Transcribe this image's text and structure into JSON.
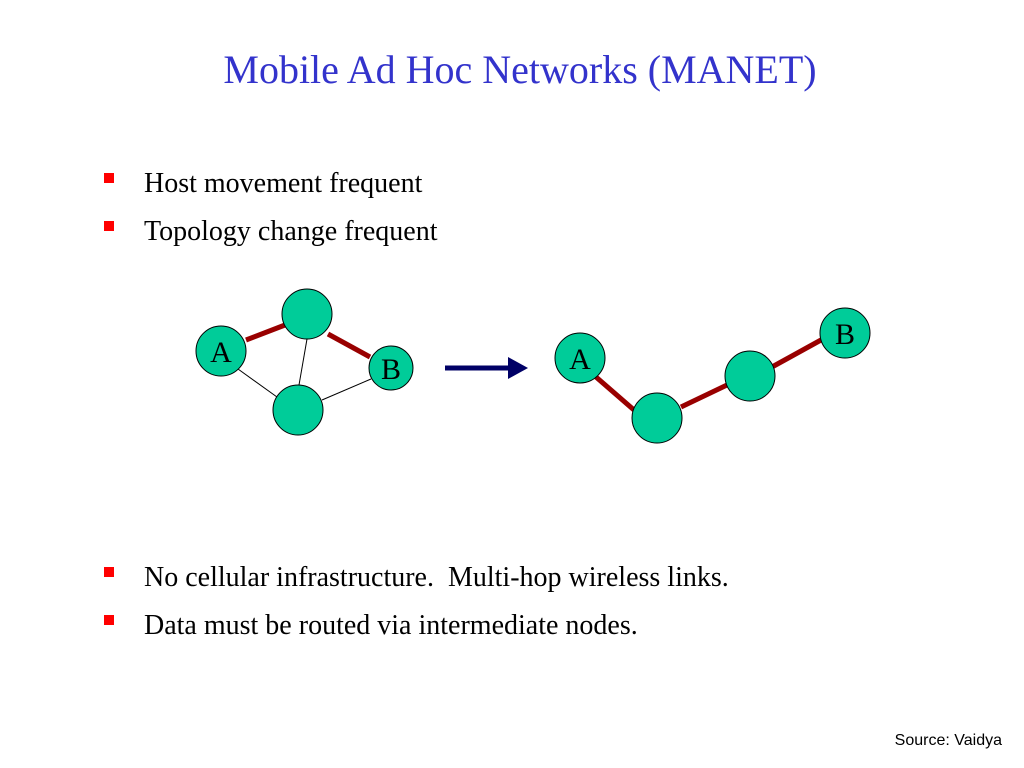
{
  "title": "Mobile Ad Hoc Networks (MANET)",
  "bullets_top": [
    "Host movement frequent",
    "Topology change frequent"
  ],
  "bullets_bottom": [
    "No cellular infrastructure.  Multi-hop wireless links.",
    "Data must be routed via intermediate nodes."
  ],
  "diagram": {
    "before": {
      "node_a_label": "A",
      "node_b_label": "B"
    },
    "after": {
      "node_a_label": "A",
      "node_b_label": "B"
    },
    "colors": {
      "node_fill": "#00cc99",
      "route_link": "#990000",
      "plain_link": "#000000",
      "arrow": "#000066"
    }
  },
  "source": "Source: Vaidya"
}
